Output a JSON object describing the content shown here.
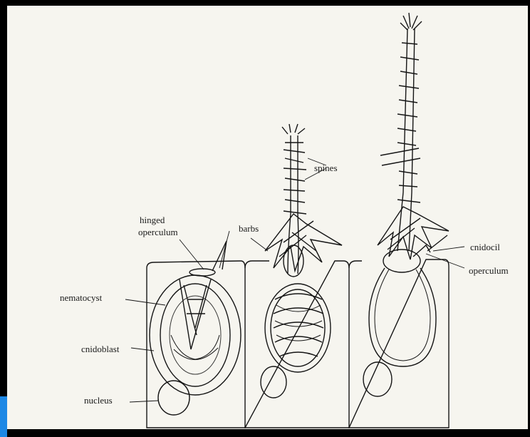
{
  "labels": {
    "hinged_operculum_line1": "hinged",
    "hinged_operculum_line2": "operculum",
    "barbs": "barbs",
    "spines": "spines",
    "nematocyst": "nematocyst",
    "cnidoblast": "cnidoblast",
    "nucleus": "nucleus",
    "cnidocil": "cnidocil",
    "operculum": "operculum"
  },
  "colors": {
    "background": "#000000",
    "paper": "#f6f5ef",
    "ink": "#151515",
    "edge_accent": "#1e88e5"
  }
}
